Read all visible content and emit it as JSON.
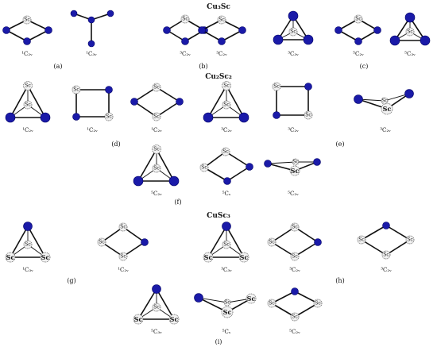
{
  "colors": {
    "cu": "#1a1aa8",
    "sc_fill": "#f2f2f2",
    "bond": "#111111"
  },
  "atom_label": "Sc",
  "titles": [
    "Cu₃Sc",
    "Cu₂Sc₂",
    "CuSc₃"
  ],
  "panels": [
    "(a)",
    "(b)",
    "(c)",
    "(d)",
    "(e)",
    "(f)",
    "(g)",
    "(h)",
    "(i)"
  ],
  "structures": [
    {
      "label": "¹C₂ᵥ"
    },
    {
      "label": "¹C₃ᵥ"
    },
    {
      "label": "³C₂ᵥ"
    },
    {
      "label": "³C₂ᵥ"
    },
    {
      "label": "³C₃ᵥ"
    },
    {
      "label": "⁵C₂ᵥ"
    },
    {
      "label": "⁵C₃ᵥ"
    },
    {
      "label": "¹C₂ᵥ"
    },
    {
      "label": "¹C₂ᵥ"
    },
    {
      "label": "¹C₂ᵥ"
    },
    {
      "label": "³C₂ᵥ"
    },
    {
      "label": "³C₂ᵥ"
    },
    {
      "label": "³C₂ᵥ"
    },
    {
      "label": "⁵C₂ᵥ"
    },
    {
      "label": "⁵Cₛ"
    },
    {
      "label": "⁵C₂ᵥ"
    },
    {
      "label": "¹C₃ᵥ"
    },
    {
      "label": "¹C₂ᵥ"
    },
    {
      "label": "³C₃ᵥ"
    },
    {
      "label": "³C₂ᵥ"
    },
    {
      "label": "³C₂ᵥ"
    },
    {
      "label": "⁵C₃ᵥ"
    },
    {
      "label": "⁵Cₛ"
    },
    {
      "label": "⁵C₂ᵥ"
    }
  ]
}
